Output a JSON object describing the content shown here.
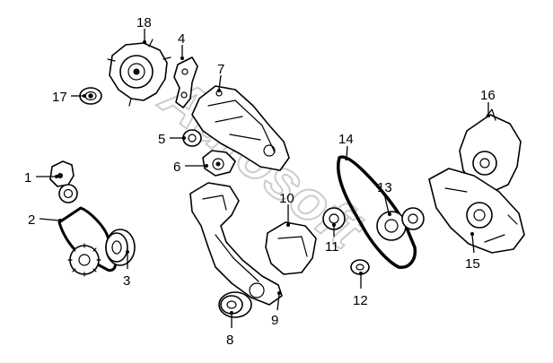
{
  "watermark": "Autosoft",
  "callouts": {
    "p1": "1",
    "p2": "2",
    "p3": "3",
    "p4": "4",
    "p5": "5",
    "p6": "6",
    "p7": "7",
    "p8": "8",
    "p9": "9",
    "p10": "10",
    "p11": "11",
    "p12": "12",
    "p13": "13",
    "p14": "14",
    "p15": "15",
    "p16": "16",
    "p17": "17",
    "p18": "18"
  }
}
